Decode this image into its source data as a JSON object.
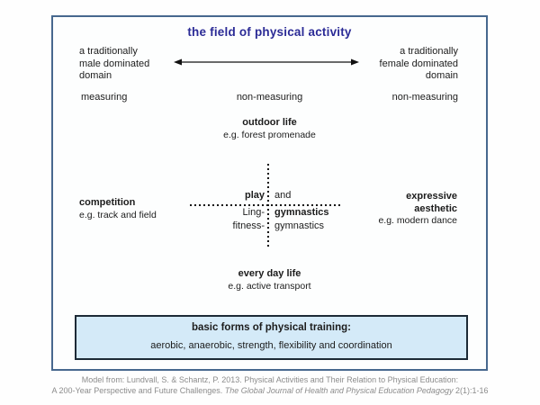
{
  "diagram": {
    "title": "the field of physical activity",
    "gender_axis": {
      "left": "a traditionally\nmale dominated\ndomain",
      "right": "a traditionally\nfemale dominated\ndomain"
    },
    "measuring_row": {
      "left": "measuring",
      "center": "non-measuring",
      "right": "non-measuring"
    },
    "north": {
      "label": "outdoor life",
      "example": "e.g. forest promenade"
    },
    "south": {
      "label": "every day life",
      "example": "e.g. active transport"
    },
    "west": {
      "label": "competition",
      "example": "e.g. track and field"
    },
    "east": {
      "label": "expressive\naesthetic",
      "example": "e.g. modern dance"
    },
    "center": {
      "play": "play",
      "and": "and",
      "ling": "Ling-",
      "ling_gymnastics": "gymnastics",
      "fitness": "fitness-",
      "fitness_gymnastics": "gymnastics"
    },
    "training_box": {
      "title": "basic forms of physical training:",
      "items": "aerobic, anaerobic, strength, flexibility and coordination"
    }
  },
  "caption": {
    "line1": "Model from: Lundvall, S. & Schantz, P. 2013. Physical Activities and Their Relation to Physical Education:",
    "line2_prefix": "A 200-Year Perspective and Future Challenges. ",
    "line2_italic": "The Global Journal of Health and Physical Education Pedagogy",
    "line2_suffix": " 2(1):1-16"
  },
  "colors": {
    "title_text": "#2b2b96",
    "frame_border": "#47688e",
    "box_border": "#1d2a36",
    "box_background": "#d4eaf8",
    "caption_text": "#8c8c8c",
    "body_text": "#1c1c1c"
  }
}
